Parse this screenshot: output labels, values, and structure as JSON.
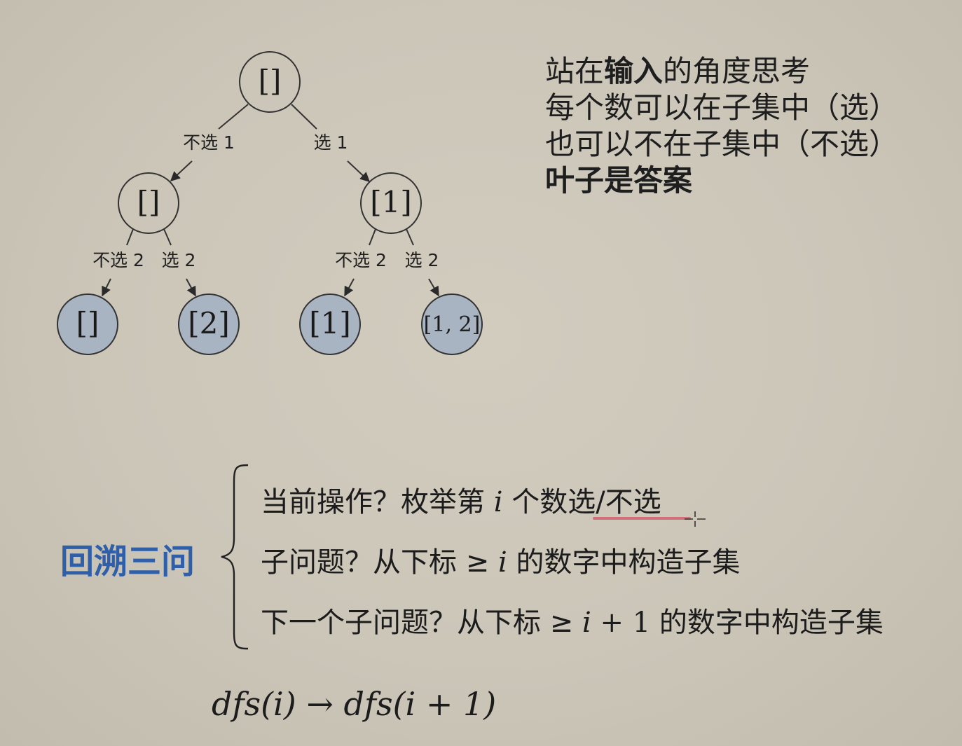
{
  "tree": {
    "nodes": [
      {
        "id": "root",
        "label": "[]",
        "leaf": false
      },
      {
        "id": "n-left",
        "label": "[]",
        "leaf": false
      },
      {
        "id": "n-right",
        "label": "[1]",
        "leaf": false
      },
      {
        "id": "leaf-1",
        "label": "[]",
        "leaf": true
      },
      {
        "id": "leaf-2",
        "label": "[2]",
        "leaf": true
      },
      {
        "id": "leaf-3",
        "label": "[1]",
        "leaf": true
      },
      {
        "id": "leaf-4",
        "label": "[1, 2]",
        "leaf": true
      }
    ],
    "edges": [
      {
        "from": "root",
        "to": "n-left",
        "label": "不选 1"
      },
      {
        "from": "root",
        "to": "n-right",
        "label": "选 1"
      },
      {
        "from": "n-left",
        "to": "leaf-1",
        "label": "不选 2"
      },
      {
        "from": "n-left",
        "to": "leaf-2",
        "label": "选 2"
      },
      {
        "from": "n-right",
        "to": "leaf-3",
        "label": "不选 2"
      },
      {
        "from": "n-right",
        "to": "leaf-4",
        "label": "选 2"
      }
    ],
    "colors": {
      "leaf_fill": "#a9b4c2",
      "stroke": "#333333"
    }
  },
  "notes": {
    "line1_pre": "站在",
    "line1_bold": "输入",
    "line1_post": "的角度思考",
    "line2": "每个数可以在子集中（选）",
    "line3": "也可以不在子集中（不选）",
    "line4": "叶子是答案"
  },
  "backtrack": {
    "title": "回溯三问",
    "q1_pre": "当前操作？枚举第",
    "q1_var": "i",
    "q1_post": "个数选/不选",
    "q2_pre": "子问题？从下标 ≥",
    "q2_var": "i",
    "q2_post": "的数字中构造子集",
    "q3_pre": "下一个子问题？从下标 ≥",
    "q3_var": "i",
    "q3_mid": "+ 1",
    "q3_post": "的数字中构造子集"
  },
  "formula": {
    "f1": "dfs",
    "a1": "(i)",
    "arrow": "→",
    "f2": "dfs",
    "a2": "(i + 1)"
  },
  "colors": {
    "title": "#2f5fa8",
    "underline": "#d2707a"
  }
}
